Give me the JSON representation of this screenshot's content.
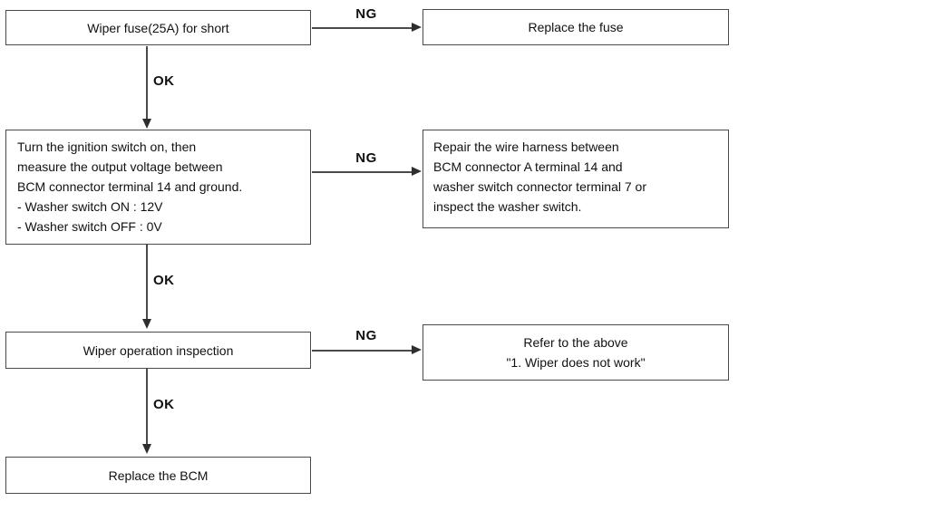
{
  "labels": {
    "ok": "OK",
    "ng": "NG"
  },
  "nodes": {
    "step1": {
      "text": "Wiper fuse(25A) for short"
    },
    "result1": {
      "text": "Replace the fuse"
    },
    "step2": {
      "lines": [
        "Turn the ignition switch on, then",
        "measure the output voltage between",
        "BCM connector terminal 14 and ground.",
        "- Washer switch ON : 12V",
        "- Washer switch OFF : 0V"
      ]
    },
    "result2": {
      "lines": [
        "Repair the wire harness between",
        "BCM connector A terminal 14 and",
        "washer switch connector terminal 7 or",
        "inspect the washer switch."
      ]
    },
    "step3": {
      "text": "Wiper operation inspection"
    },
    "result3": {
      "lines": [
        "Refer to the above",
        "\"1. Wiper does not work\""
      ]
    },
    "step4": {
      "text": "Replace the BCM"
    }
  },
  "colors": {
    "line": "#4a4a4a",
    "text": "#111111",
    "background": "#ffffff"
  }
}
